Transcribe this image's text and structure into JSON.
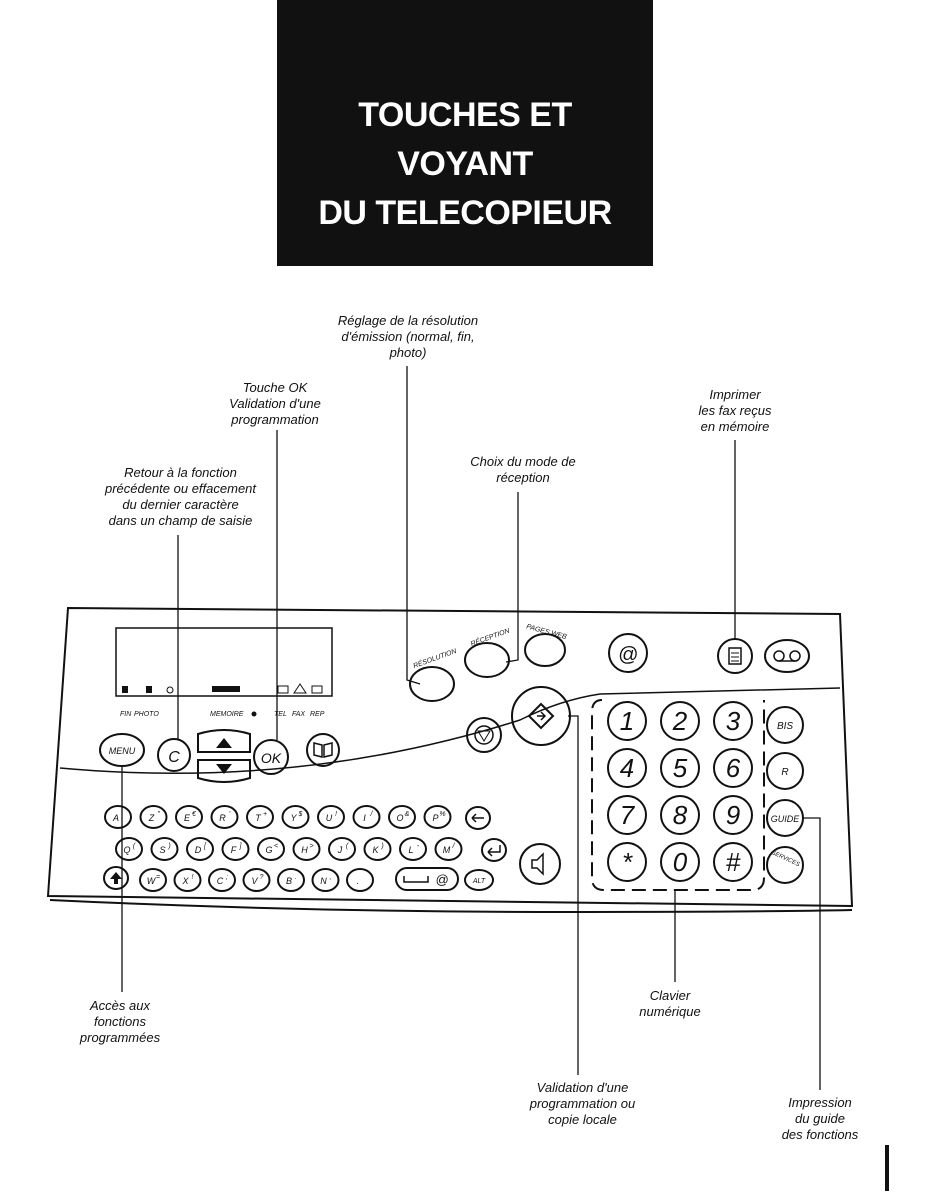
{
  "title": {
    "lines": [
      "TOUCHES ET",
      "VOYANT",
      "DU TELECOPIEUR"
    ],
    "colors": {
      "background": "#111111",
      "text": "#ffffff"
    }
  },
  "callouts": {
    "resolution": [
      "Réglage de la résolution",
      "d'émission (normal, fin,",
      "photo)"
    ],
    "ok": [
      "Touche OK",
      "Validation d'une",
      "programmation"
    ],
    "imprimer": [
      "Imprimer",
      "les fax reçus",
      "en mémoire"
    ],
    "reception": [
      "Choix du mode de",
      "réception"
    ],
    "retour": [
      "Retour à la fonction",
      "précédente ou effacement",
      "du dernier caractère",
      "dans un champ de saisie"
    ],
    "menu": [
      "Accès aux",
      "fonctions",
      "programmées"
    ],
    "clavier": [
      "Clavier",
      "numérique"
    ],
    "validation": [
      "Validation d'une",
      "programmation ou",
      "copie locale"
    ],
    "guide": [
      "Impression",
      "du guide",
      "des fonctions"
    ]
  },
  "panel": {
    "display_labels": {
      "fin": "FIN",
      "photo": "PHOTO",
      "memoire": "MEMOIRE",
      "tel": "TEL",
      "fax": "FAX",
      "rep": "REP"
    },
    "keys": {
      "resolution": "RÉSOLUTION",
      "reception": "RÉCEPTION",
      "pages_web": "PAGES WEB",
      "at": "@",
      "menu": "MENU",
      "c": "C",
      "ok": "OK",
      "bis": "BIS",
      "r": "R",
      "guide": "GUIDE",
      "services": "SERVICES",
      "alt": "ALT",
      "space_at": "@"
    },
    "numeric_keys": [
      "1",
      "2",
      "3",
      "4",
      "5",
      "6",
      "7",
      "8",
      "9",
      "*",
      "0",
      "#"
    ],
    "alpha_row1": [
      {
        "main": "A",
        "sub": ""
      },
      {
        "main": "Z",
        "sub": "\""
      },
      {
        "main": "E",
        "sub": "€"
      },
      {
        "main": "R",
        "sub": "'"
      },
      {
        "main": "T",
        "sub": "+"
      },
      {
        "main": "Y",
        "sub": "$"
      },
      {
        "main": "U",
        "sub": "!"
      },
      {
        "main": "I",
        "sub": "/"
      },
      {
        "main": "O",
        "sub": "&"
      },
      {
        "main": "P",
        "sub": "%"
      }
    ],
    "alpha_row2": [
      {
        "main": "Q",
        "sub": "("
      },
      {
        "main": "S",
        "sub": ")"
      },
      {
        "main": "D",
        "sub": "["
      },
      {
        "main": "F",
        "sub": "]"
      },
      {
        "main": "G",
        "sub": "<"
      },
      {
        "main": "H",
        "sub": ">"
      },
      {
        "main": "J",
        "sub": "("
      },
      {
        "main": "K",
        "sub": ")"
      },
      {
        "main": "L",
        "sub": "-"
      },
      {
        "main": "M",
        "sub": "/"
      }
    ],
    "alpha_row3": [
      {
        "main": "W",
        "sub": "="
      },
      {
        "main": "X",
        "sub": "!"
      },
      {
        "main": "C",
        "sub": ";"
      },
      {
        "main": "V",
        "sub": "?"
      },
      {
        "main": "B",
        "sub": "."
      },
      {
        "main": "N",
        "sub": ","
      },
      {
        "main": ".",
        "sub": ""
      }
    ]
  }
}
